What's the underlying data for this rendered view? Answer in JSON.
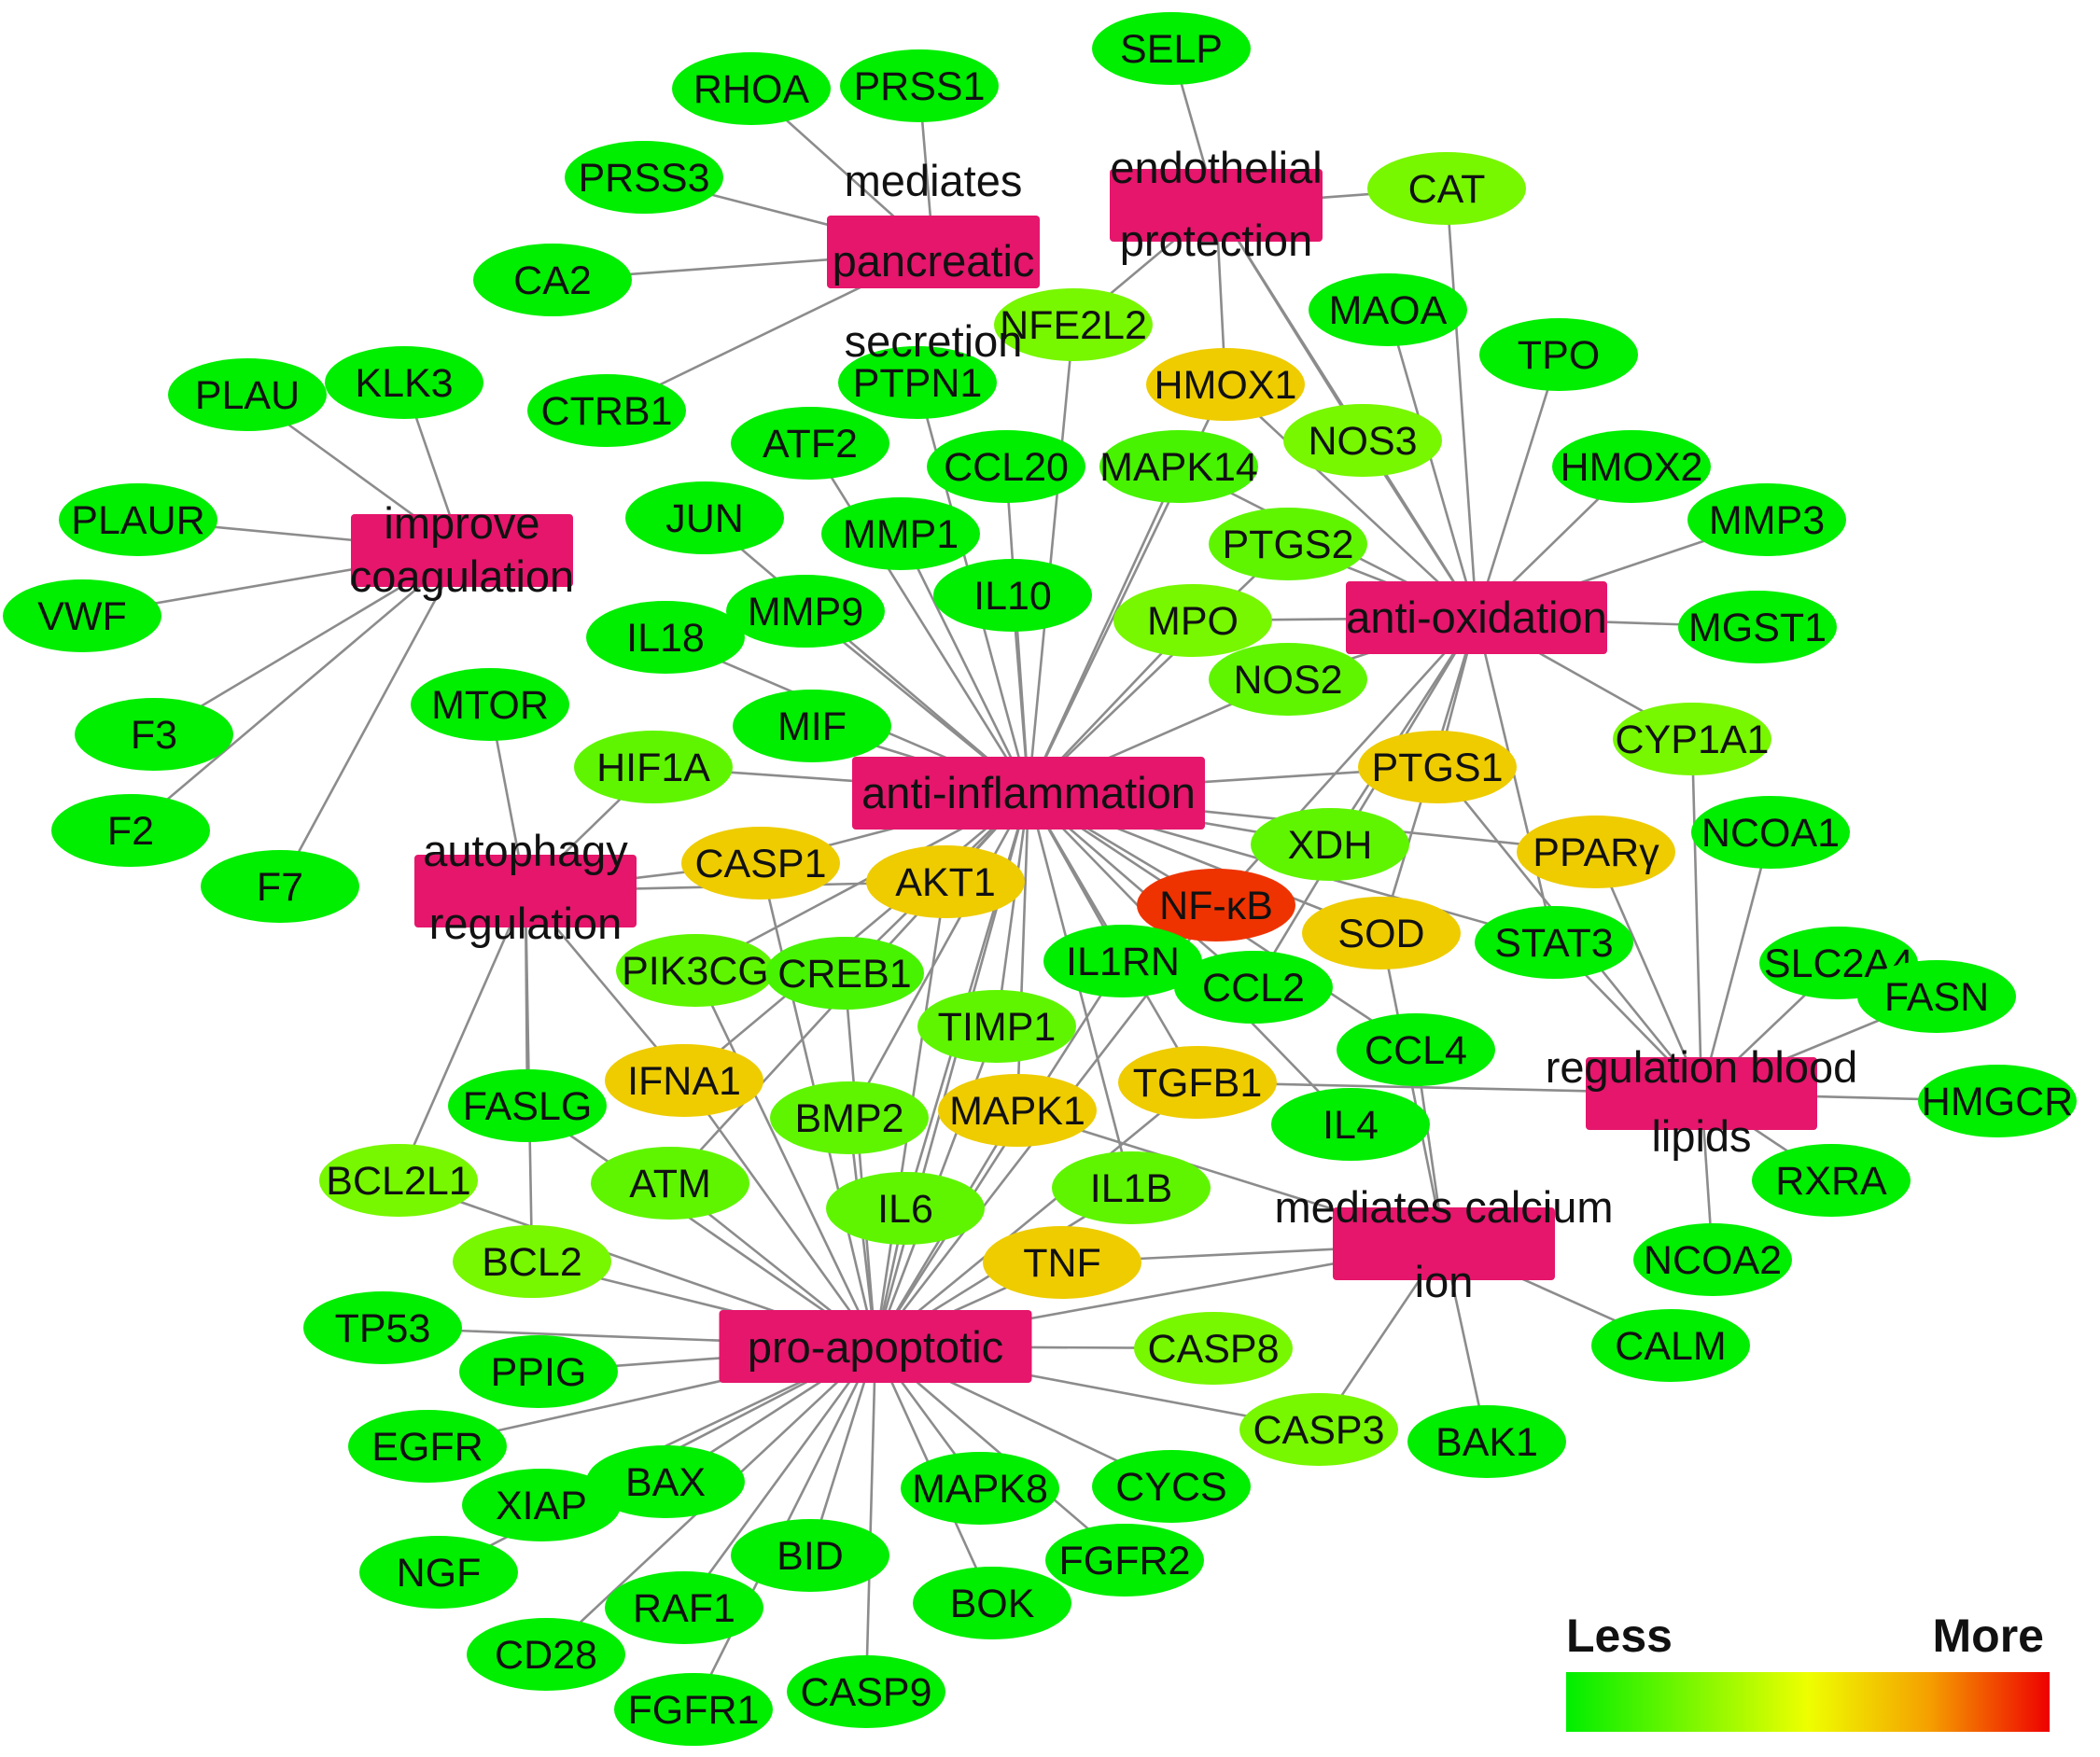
{
  "genes": [
    {
      "id": "SELP",
      "label": "SELP",
      "level": 0.0
    },
    {
      "id": "RHOA",
      "label": "RHOA",
      "level": 0.0
    },
    {
      "id": "PRSS1",
      "label": "PRSS1",
      "level": 0.0
    },
    {
      "id": "PRSS3",
      "label": "PRSS3",
      "level": 0.0
    },
    {
      "id": "CA2",
      "label": "CA2",
      "level": 0.0
    },
    {
      "id": "CTRB1",
      "label": "CTRB1",
      "level": 0.0
    },
    {
      "id": "CAT",
      "label": "CAT",
      "level": 0.25
    },
    {
      "id": "NFE2L2",
      "label": "NFE2L2",
      "level": 0.25
    },
    {
      "id": "HMOX1",
      "label": "HMOX1",
      "level": 0.6
    },
    {
      "id": "MAOA",
      "label": "MAOA",
      "level": 0.0
    },
    {
      "id": "TPO",
      "label": "TPO",
      "level": 0.0
    },
    {
      "id": "NOS3",
      "label": "NOS3",
      "level": 0.25
    },
    {
      "id": "HMOX2",
      "label": "HMOX2",
      "level": 0.0
    },
    {
      "id": "MMP3",
      "label": "MMP3",
      "level": 0.0
    },
    {
      "id": "MGST1",
      "label": "MGST1",
      "level": 0.0
    },
    {
      "id": "PLAU",
      "label": "PLAU",
      "level": 0.0
    },
    {
      "id": "KLK3",
      "label": "KLK3",
      "level": 0.0
    },
    {
      "id": "PLAUR",
      "label": "PLAUR",
      "level": 0.0
    },
    {
      "id": "VWF",
      "label": "VWF",
      "level": 0.0
    },
    {
      "id": "F3",
      "label": "F3",
      "level": 0.0
    },
    {
      "id": "F2",
      "label": "F2",
      "level": 0.0
    },
    {
      "id": "F7",
      "label": "F7",
      "level": 0.0
    },
    {
      "id": "PTPN1",
      "label": "PTPN1",
      "level": 0.0
    },
    {
      "id": "ATF2",
      "label": "ATF2",
      "level": 0.0
    },
    {
      "id": "CCL20",
      "label": "CCL20",
      "level": 0.0
    },
    {
      "id": "MAPK14",
      "label": "MAPK14",
      "level": 0.15
    },
    {
      "id": "JUN",
      "label": "JUN",
      "level": 0.0
    },
    {
      "id": "MMP1",
      "label": "MMP1",
      "level": 0.0
    },
    {
      "id": "IL10",
      "label": "IL10",
      "level": 0.0
    },
    {
      "id": "PTGS2",
      "label": "PTGS2",
      "level": 0.2
    },
    {
      "id": "MPO",
      "label": "MPO",
      "level": 0.25
    },
    {
      "id": "IL18",
      "label": "IL18",
      "level": 0.0
    },
    {
      "id": "MMP9",
      "label": "MMP9",
      "level": 0.0
    },
    {
      "id": "NOS2",
      "label": "NOS2",
      "level": 0.2
    },
    {
      "id": "MTOR",
      "label": "MTOR",
      "level": 0.0
    },
    {
      "id": "MIF",
      "label": "MIF",
      "level": 0.0
    },
    {
      "id": "HIF1A",
      "label": "HIF1A",
      "level": 0.2
    },
    {
      "id": "CYP1A1",
      "label": "CYP1A1",
      "level": 0.25
    },
    {
      "id": "PTGS1",
      "label": "PTGS1",
      "level": 0.6
    },
    {
      "id": "NCOA1",
      "label": "NCOA1",
      "level": 0.0
    },
    {
      "id": "XDH",
      "label": "XDH",
      "level": 0.2
    },
    {
      "id": "PPARG",
      "label": "PPARγ",
      "level": 0.6
    },
    {
      "id": "CASP1",
      "label": "CASP1",
      "level": 0.6
    },
    {
      "id": "AKT1",
      "label": "AKT1",
      "level": 0.6
    },
    {
      "id": "NFKB",
      "label": "NF-κB",
      "level": 0.9
    },
    {
      "id": "SOD",
      "label": "SOD",
      "level": 0.6
    },
    {
      "id": "STAT3",
      "label": "STAT3",
      "level": 0.0
    },
    {
      "id": "SLC2A4",
      "label": "SLC2A4",
      "level": 0.0
    },
    {
      "id": "FASN",
      "label": "FASN",
      "level": 0.0
    },
    {
      "id": "PIK3CG",
      "label": "PIK3CG",
      "level": 0.2
    },
    {
      "id": "CREB1",
      "label": "CREB1",
      "level": 0.15
    },
    {
      "id": "IL1RN",
      "label": "IL1RN",
      "level": 0.0
    },
    {
      "id": "CCL2",
      "label": "CCL2",
      "level": 0.0
    },
    {
      "id": "TIMP1",
      "label": "TIMP1",
      "level": 0.2
    },
    {
      "id": "CCL4",
      "label": "CCL4",
      "level": 0.0
    },
    {
      "id": "HMGCR",
      "label": "HMGCR",
      "level": 0.0
    },
    {
      "id": "IFNA1",
      "label": "IFNA1",
      "level": 0.6
    },
    {
      "id": "FASLG",
      "label": "FASLG",
      "level": 0.0
    },
    {
      "id": "BMP2",
      "label": "BMP2",
      "level": 0.2
    },
    {
      "id": "MAPK1",
      "label": "MAPK1",
      "level": 0.6
    },
    {
      "id": "TGFB1",
      "label": "TGFB1",
      "level": 0.6
    },
    {
      "id": "IL4",
      "label": "IL4",
      "level": 0.0
    },
    {
      "id": "RXRA",
      "label": "RXRA",
      "level": 0.0
    },
    {
      "id": "BCL2L1",
      "label": "BCL2L1",
      "level": 0.25
    },
    {
      "id": "ATM",
      "label": "ATM",
      "level": 0.2
    },
    {
      "id": "IL6",
      "label": "IL6",
      "level": 0.2
    },
    {
      "id": "IL1B",
      "label": "IL1B",
      "level": 0.2
    },
    {
      "id": "BCL2",
      "label": "BCL2",
      "level": 0.25
    },
    {
      "id": "TNF",
      "label": "TNF",
      "level": 0.6
    },
    {
      "id": "NCOA2",
      "label": "NCOA2",
      "level": 0.0
    },
    {
      "id": "TP53",
      "label": "TP53",
      "level": 0.0
    },
    {
      "id": "CASP8",
      "label": "CASP8",
      "level": 0.25
    },
    {
      "id": "CALM",
      "label": "CALM",
      "level": 0.0
    },
    {
      "id": "PPIG",
      "label": "PPIG",
      "level": 0.0
    },
    {
      "id": "EGFR",
      "label": "EGFR",
      "level": 0.0
    },
    {
      "id": "CASP3",
      "label": "CASP3",
      "level": 0.25
    },
    {
      "id": "BAK1",
      "label": "BAK1",
      "level": 0.0
    },
    {
      "id": "BAX",
      "label": "BAX",
      "level": 0.0
    },
    {
      "id": "XIAP",
      "label": "XIAP",
      "level": 0.0
    },
    {
      "id": "MAPK8",
      "label": "MAPK8",
      "level": 0.0
    },
    {
      "id": "CYCS",
      "label": "CYCS",
      "level": 0.0
    },
    {
      "id": "NGF",
      "label": "NGF",
      "level": 0.0
    },
    {
      "id": "BID",
      "label": "BID",
      "level": 0.0
    },
    {
      "id": "FGFR2",
      "label": "FGFR2",
      "level": 0.0
    },
    {
      "id": "RAF1",
      "label": "RAF1",
      "level": 0.0
    },
    {
      "id": "BOK",
      "label": "BOK",
      "level": 0.0
    },
    {
      "id": "CD28",
      "label": "CD28",
      "level": 0.0
    },
    {
      "id": "FGFR1",
      "label": "FGFR1",
      "level": 0.0
    },
    {
      "id": "CASP9",
      "label": "CASP9",
      "level": 0.0
    }
  ],
  "functions": [
    {
      "id": "pancreatic",
      "label_lines": [
        "mediates",
        "pancreatic",
        "secretion"
      ]
    },
    {
      "id": "endothelial",
      "label_lines": [
        "endothelial",
        "protection"
      ]
    },
    {
      "id": "coagulation",
      "label_lines": [
        "improve",
        "coagulation"
      ]
    },
    {
      "id": "oxidation",
      "label_lines": [
        "anti-oxidation"
      ]
    },
    {
      "id": "inflammation",
      "label_lines": [
        "anti-inflammation"
      ]
    },
    {
      "id": "autophagy",
      "label_lines": [
        "autophagy",
        "regulation"
      ]
    },
    {
      "id": "lipids",
      "label_lines": [
        "regulation blood",
        "lipids"
      ]
    },
    {
      "id": "calcium",
      "label_lines": [
        "mediates calcium",
        "ion"
      ]
    },
    {
      "id": "apoptotic",
      "label_lines": [
        "pro-apoptotic"
      ]
    }
  ],
  "edges": [
    [
      "pancreatic",
      "RHOA"
    ],
    [
      "pancreatic",
      "PRSS1"
    ],
    [
      "pancreatic",
      "PRSS3"
    ],
    [
      "pancreatic",
      "CA2"
    ],
    [
      "pancreatic",
      "CTRB1"
    ],
    [
      "endothelial",
      "SELP"
    ],
    [
      "endothelial",
      "CAT"
    ],
    [
      "endothelial",
      "NFE2L2"
    ],
    [
      "endothelial",
      "HMOX1"
    ],
    [
      "endothelial",
      "NOS3"
    ],
    [
      "endothelial",
      "oxidation"
    ],
    [
      "coagulation",
      "PLAU"
    ],
    [
      "coagulation",
      "KLK3"
    ],
    [
      "coagulation",
      "PLAUR"
    ],
    [
      "coagulation",
      "VWF"
    ],
    [
      "coagulation",
      "F3"
    ],
    [
      "coagulation",
      "F2"
    ],
    [
      "coagulation",
      "F7"
    ],
    [
      "oxidation",
      "CAT"
    ],
    [
      "oxidation",
      "MAOA"
    ],
    [
      "oxidation",
      "TPO"
    ],
    [
      "oxidation",
      "HMOX2"
    ],
    [
      "oxidation",
      "MMP3"
    ],
    [
      "oxidation",
      "MGST1"
    ],
    [
      "oxidation",
      "HMOX1"
    ],
    [
      "oxidation",
      "NOS3"
    ],
    [
      "oxidation",
      "PTGS2"
    ],
    [
      "oxidation",
      "MPO"
    ],
    [
      "oxidation",
      "NOS2"
    ],
    [
      "oxidation",
      "CYP1A1"
    ],
    [
      "oxidation",
      "PTGS1"
    ],
    [
      "oxidation",
      "XDH"
    ],
    [
      "oxidation",
      "SOD"
    ],
    [
      "oxidation",
      "STAT3"
    ],
    [
      "oxidation",
      "NFKB"
    ],
    [
      "oxidation",
      "MAPK14"
    ],
    [
      "oxidation",
      "CCL2"
    ],
    [
      "inflammation",
      "NFE2L2"
    ],
    [
      "inflammation",
      "PTPN1"
    ],
    [
      "inflammation",
      "ATF2"
    ],
    [
      "inflammation",
      "CCL20"
    ],
    [
      "inflammation",
      "MAPK14"
    ],
    [
      "inflammation",
      "JUN"
    ],
    [
      "inflammation",
      "MMP1"
    ],
    [
      "inflammation",
      "IL10"
    ],
    [
      "inflammation",
      "PTGS2"
    ],
    [
      "inflammation",
      "MPO"
    ],
    [
      "inflammation",
      "IL18"
    ],
    [
      "inflammation",
      "MMP9"
    ],
    [
      "inflammation",
      "NOS2"
    ],
    [
      "inflammation",
      "MIF"
    ],
    [
      "inflammation",
      "HIF1A"
    ],
    [
      "inflammation",
      "PTGS1"
    ],
    [
      "inflammation",
      "XDH"
    ],
    [
      "inflammation",
      "PPARG"
    ],
    [
      "inflammation",
      "CASP1"
    ],
    [
      "inflammation",
      "AKT1"
    ],
    [
      "inflammation",
      "NFKB"
    ],
    [
      "inflammation",
      "SOD"
    ],
    [
      "inflammation",
      "STAT3"
    ],
    [
      "inflammation",
      "CREB1"
    ],
    [
      "inflammation",
      "IL1RN"
    ],
    [
      "inflammation",
      "CCL2"
    ],
    [
      "inflammation",
      "TIMP1"
    ],
    [
      "inflammation",
      "CCL4"
    ],
    [
      "inflammation",
      "IFNA1"
    ],
    [
      "inflammation",
      "BMP2"
    ],
    [
      "inflammation",
      "MAPK1"
    ],
    [
      "inflammation",
      "TGFB1"
    ],
    [
      "inflammation",
      "ATM"
    ],
    [
      "inflammation",
      "IL6"
    ],
    [
      "inflammation",
      "IL1B"
    ],
    [
      "inflammation",
      "IL4"
    ],
    [
      "inflammation",
      "PIK3CG"
    ],
    [
      "inflammation",
      "HMOX1"
    ],
    [
      "inflammation",
      "apoptotic"
    ],
    [
      "autophagy",
      "MTOR"
    ],
    [
      "autophagy",
      "HIF1A"
    ],
    [
      "autophagy",
      "CASP1"
    ],
    [
      "autophagy",
      "AKT1"
    ],
    [
      "autophagy",
      "FASLG"
    ],
    [
      "autophagy",
      "BCL2L1"
    ],
    [
      "autophagy",
      "BCL2"
    ],
    [
      "autophagy",
      "IFNA1"
    ],
    [
      "lipids",
      "PPARG"
    ],
    [
      "lipids",
      "CYP1A1"
    ],
    [
      "lipids",
      "NCOA1"
    ],
    [
      "lipids",
      "SLC2A4"
    ],
    [
      "lipids",
      "FASN"
    ],
    [
      "lipids",
      "HMGCR"
    ],
    [
      "lipids",
      "RXRA"
    ],
    [
      "lipids",
      "NCOA2"
    ],
    [
      "lipids",
      "STAT3"
    ],
    [
      "lipids",
      "TGFB1"
    ],
    [
      "lipids",
      "PTGS1"
    ],
    [
      "calcium",
      "CALM"
    ],
    [
      "calcium",
      "BAK1"
    ],
    [
      "calcium",
      "CASP3"
    ],
    [
      "calcium",
      "TNF"
    ],
    [
      "calcium",
      "CCL4"
    ],
    [
      "calcium",
      "SOD"
    ],
    [
      "calcium",
      "MAPK1"
    ],
    [
      "calcium",
      "apoptotic"
    ],
    [
      "apoptotic",
      "TP53"
    ],
    [
      "apoptotic",
      "PPIG"
    ],
    [
      "apoptotic",
      "EGFR"
    ],
    [
      "apoptotic",
      "XIAP"
    ],
    [
      "apoptotic",
      "BAX"
    ],
    [
      "apoptotic",
      "NGF"
    ],
    [
      "apoptotic",
      "BID"
    ],
    [
      "apoptotic",
      "RAF1"
    ],
    [
      "apoptotic",
      "CD28"
    ],
    [
      "apoptotic",
      "FGFR1"
    ],
    [
      "apoptotic",
      "CASP9"
    ],
    [
      "apoptotic",
      "BOK"
    ],
    [
      "apoptotic",
      "FGFR2"
    ],
    [
      "apoptotic",
      "MAPK8"
    ],
    [
      "apoptotic",
      "CYCS"
    ],
    [
      "apoptotic",
      "CASP3"
    ],
    [
      "apoptotic",
      "CASP8"
    ],
    [
      "apoptotic",
      "TNF"
    ],
    [
      "apoptotic",
      "BCL2"
    ],
    [
      "apoptotic",
      "BCL2L1"
    ],
    [
      "apoptotic",
      "ATM"
    ],
    [
      "apoptotic",
      "FASLG"
    ],
    [
      "apoptotic",
      "IFNA1"
    ],
    [
      "apoptotic",
      "BMP2"
    ],
    [
      "apoptotic",
      "MAPK1"
    ],
    [
      "apoptotic",
      "IL6"
    ],
    [
      "apoptotic",
      "IL1B"
    ],
    [
      "apoptotic",
      "AKT1"
    ],
    [
      "apoptotic",
      "CASP1"
    ],
    [
      "apoptotic",
      "PIK3CG"
    ],
    [
      "apoptotic",
      "CREB1"
    ],
    [
      "apoptotic",
      "TIMP1"
    ],
    [
      "apoptotic",
      "IL1RN"
    ],
    [
      "apoptotic",
      "NFKB"
    ],
    [
      "apoptotic",
      "TGFB1"
    ]
  ],
  "colors": {
    "function_node": "#e5166c",
    "scale_less": "#00ee00",
    "scale_mid": "#eeff00",
    "scale_more": "#ee0000",
    "edge": "#8c8c8c"
  },
  "legend": {
    "less": "Less",
    "more": "More"
  }
}
